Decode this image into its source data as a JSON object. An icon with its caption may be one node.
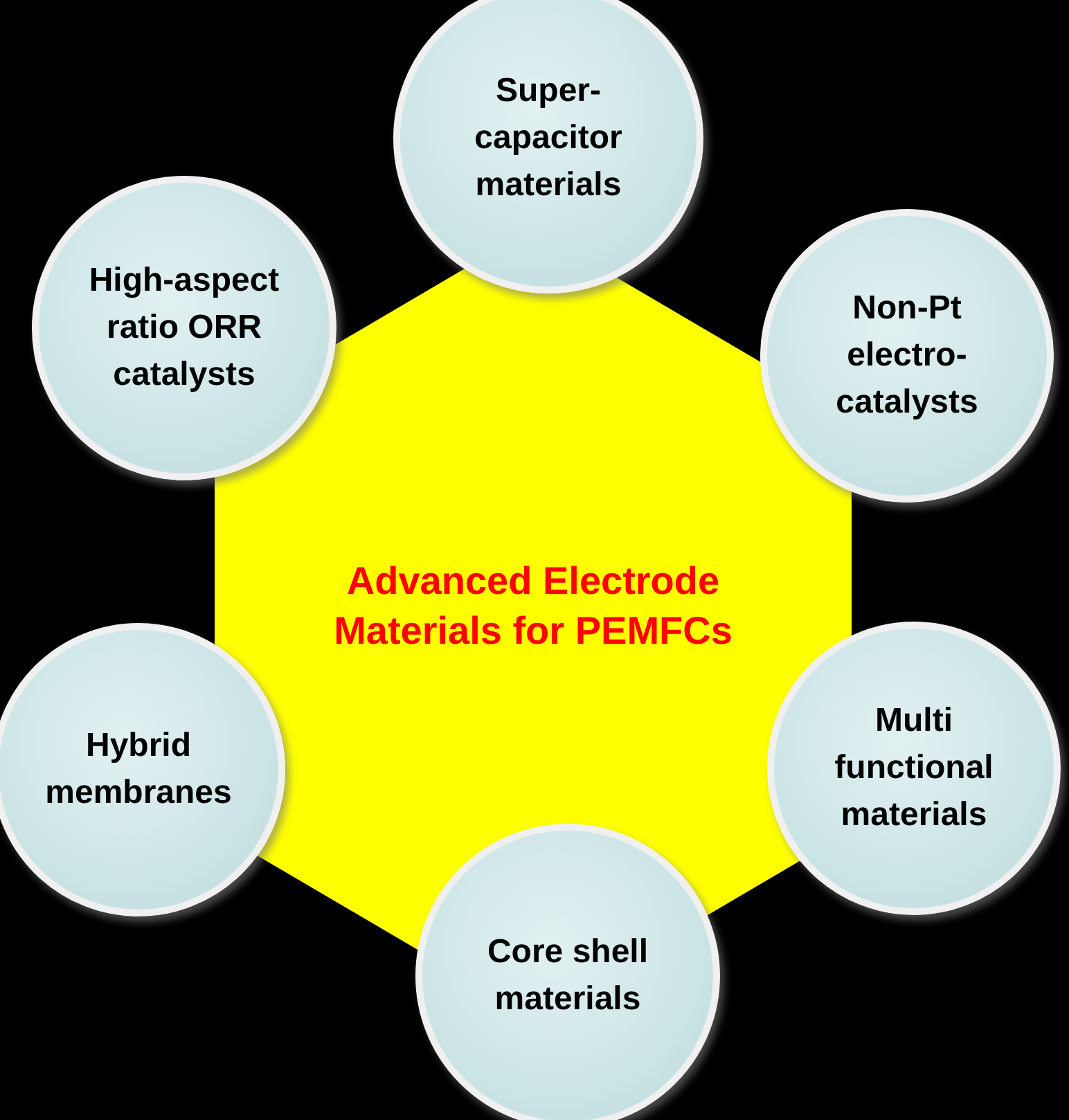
{
  "diagram": {
    "nodes": [
      {
        "text": [
          "Advanced Electrode Materials for PEMFCs"
        ]
      },
      {
        "text": [
          "Super-capacitor materials"
        ]
      },
      {
        "text": [
          "High-aspect ratio ORR catalysts"
        ]
      },
      {
        "text": [
          "Non-Pt electro-catalysts"
        ]
      },
      {
        "text": [
          "Hybrid membranes"
        ]
      },
      {
        "text": [
          "Multi functional materials"
        ]
      },
      {
        "text": [
          "Core shell materials"
        ]
      }
    ]
  }
}
